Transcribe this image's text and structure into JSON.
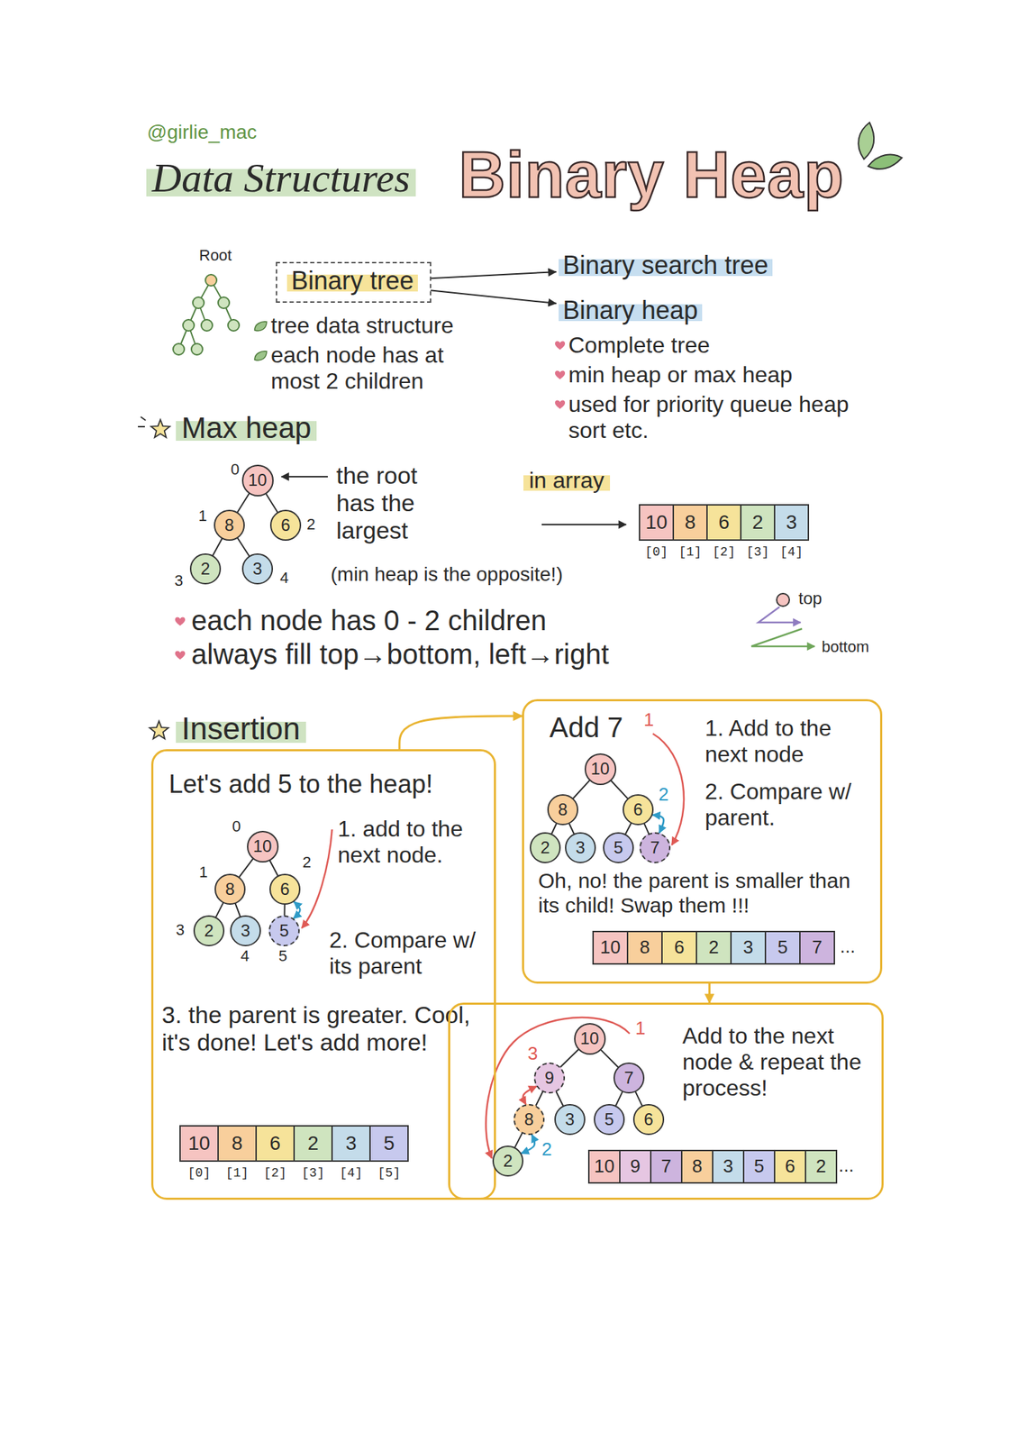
{
  "diagram": {
    "title": "Binary Heap",
    "nodes": [
      {
        "text": [
          "Binary tree"
        ]
      },
      {
        "text": [
          "Binary search tree"
        ]
      },
      {
        "text": [
          "Binary heap"
        ]
      },
      {
        "text": [
          "10"
        ]
      },
      {
        "text": [
          "8"
        ]
      },
      {
        "text": [
          "6"
        ]
      },
      {
        "text": [
          "2"
        ]
      },
      {
        "text": [
          "3"
        ]
      },
      {
        "text": [
          "Let's add 5 to the heap!",
          "1. add to the next node.",
          "2. Compare w/ its parent",
          "3. the parent is greater. Cool, it's done! Let's add more!"
        ]
      },
      {
        "text": [
          "10"
        ],
        "in": 8
      },
      {
        "text": [
          "8"
        ],
        "in": 8
      },
      {
        "text": [
          "6"
        ],
        "in": 8
      },
      {
        "text": [
          "2"
        ],
        "in": 8
      },
      {
        "text": [
          "3"
        ],
        "in": 8
      },
      {
        "text": [
          "5"
        ],
        "in": 8
      },
      {
        "text": [
          "Add 7",
          "1. Add to the next node",
          "2. Compare w/ parent.",
          "Oh, no! the parent is smaller than its child! Swap them !!!"
        ]
      },
      {
        "text": [
          "10"
        ],
        "in": 15
      },
      {
        "text": [
          "8"
        ],
        "in": 15
      },
      {
        "text": [
          "6"
        ],
        "in": 15
      },
      {
        "text": [
          "2"
        ],
        "in": 15
      },
      {
        "text": [
          "3"
        ],
        "in": 15
      },
      {
        "text": [
          "5"
        ],
        "in": 15
      },
      {
        "text": [
          "7"
        ],
        "in": 15
      },
      {
        "text": [
          "Add to the next node & repeat the process!"
        ]
      },
      {
        "text": [
          "10"
        ],
        "in": 23
      },
      {
        "text": [
          "9"
        ],
        "in": 23
      },
      {
        "text": [
          "7"
        ],
        "in": 23
      },
      {
        "text": [
          "8"
        ],
        "in": 23
      },
      {
        "text": [
          "3"
        ],
        "in": 23
      },
      {
        "text": [
          "5"
        ],
        "in": 23
      },
      {
        "text": [
          "6"
        ],
        "in": 23
      },
      {
        "text": [
          "2"
        ],
        "in": 23
      }
    ],
    "edges": [
      {
        "from": 0,
        "to": 1,
        "arrow": "to"
      },
      {
        "from": 0,
        "to": 2,
        "arrow": "to"
      },
      {
        "from": 3,
        "to": 4,
        "arrow": "none"
      },
      {
        "from": 3,
        "to": 5,
        "arrow": "none"
      },
      {
        "from": 4,
        "to": 6,
        "arrow": "none"
      },
      {
        "from": 4,
        "to": 7,
        "arrow": "none"
      },
      {
        "from": 8,
        "to": 15,
        "arrow": "to"
      },
      {
        "from": 15,
        "to": 23,
        "arrow": "to"
      },
      {
        "from": 9,
        "to": 10,
        "arrow": "none"
      },
      {
        "from": 9,
        "to": 11,
        "arrow": "none"
      },
      {
        "from": 10,
        "to": 12,
        "arrow": "none"
      },
      {
        "from": 10,
        "to": 13,
        "arrow": "none"
      },
      {
        "from": 11,
        "to": 14,
        "arrow": "none"
      },
      {
        "from": 11,
        "to": 14,
        "arrow": "both"
      },
      {
        "from": 16,
        "to": 17,
        "arrow": "none"
      },
      {
        "from": 16,
        "to": 18,
        "arrow": "none"
      },
      {
        "from": 17,
        "to": 19,
        "arrow": "none"
      },
      {
        "from": 17,
        "to": 20,
        "arrow": "none"
      },
      {
        "from": 18,
        "to": 21,
        "arrow": "none"
      },
      {
        "from": 18,
        "to": 22,
        "arrow": "none"
      },
      {
        "from": 18,
        "to": 22,
        "arrow": "both"
      },
      {
        "from": 24,
        "to": 25,
        "arrow": "none"
      },
      {
        "from": 24,
        "to": 26,
        "arrow": "none"
      },
      {
        "from": 25,
        "to": 27,
        "arrow": "none"
      },
      {
        "from": 25,
        "to": 28,
        "arrow": "none"
      },
      {
        "from": 26,
        "to": 29,
        "arrow": "none"
      },
      {
        "from": 26,
        "to": 30,
        "arrow": "none"
      },
      {
        "from": 27,
        "to": 31,
        "arrow": "none"
      },
      {
        "from": 27,
        "to": 31,
        "arrow": "both"
      },
      {
        "from": 25,
        "to": 27,
        "arrow": "both"
      }
    ],
    "labels": [
      "@girlie_mac",
      "Data Structures",
      "Root",
      "tree data structure",
      "each node has at most 2 children",
      "Complete tree",
      "min heap or max heap",
      "used for priority queue heap sort etc.",
      "Max heap",
      "0",
      "1",
      "2",
      "3",
      "4",
      "the root has the largest",
      "(min heap is the opposite!)",
      "in array",
      "10",
      "8",
      "6",
      "2",
      "3",
      "[0]",
      "[1]",
      "[2]",
      "[3]",
      "[4]",
      "top",
      "bottom",
      "each node has 0 - 2 children",
      "always fill top→bottom, left→right",
      "Insertion",
      "0",
      "1",
      "2",
      "3",
      "4",
      "5",
      "10",
      "8",
      "6",
      "2",
      "3",
      "5",
      "[0]",
      "[1]",
      "[2]",
      "[3]",
      "[4]",
      "[5]",
      "1",
      "2",
      "10",
      "8",
      "6",
      "2",
      "3",
      "5",
      "7",
      "...",
      "1",
      "3",
      "2",
      "10",
      "9",
      "7",
      "8",
      "3",
      "5",
      "6",
      "2",
      "..."
    ]
  }
}
